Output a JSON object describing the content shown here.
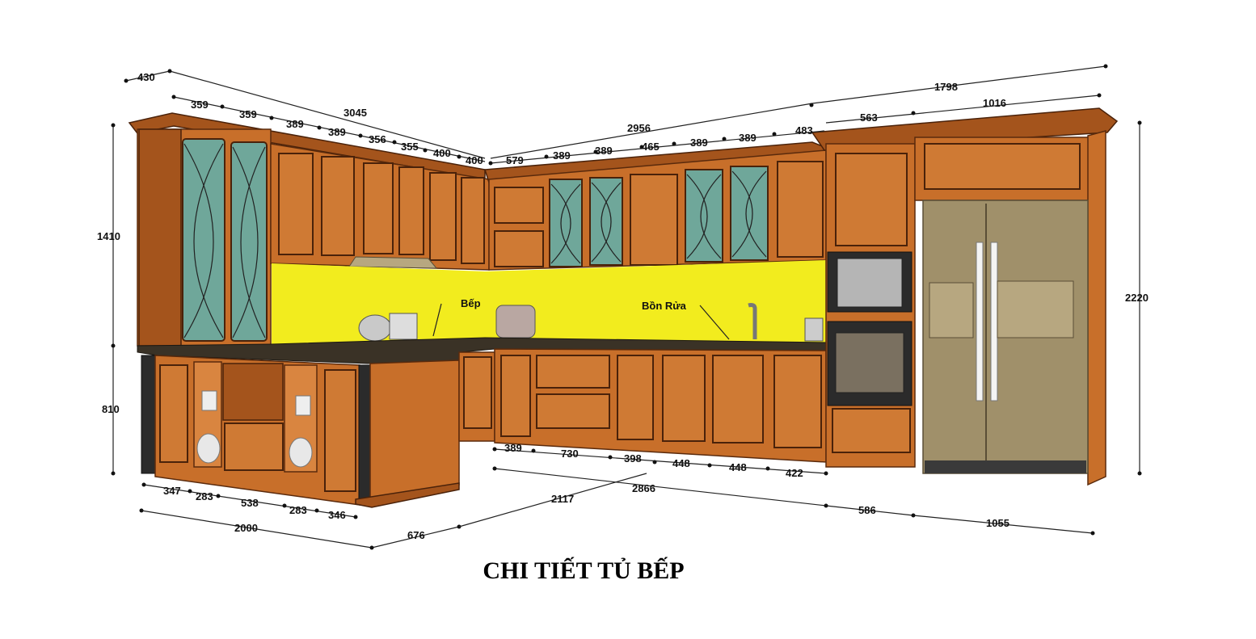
{
  "title": "CHI TIẾT TỦ BẾP",
  "labels": {
    "stove": "Bếp",
    "sink": "Bồn Rửa"
  },
  "colors": {
    "wood": "#c86f2a",
    "backsplash": "#f2ec1e",
    "fridge": "#a0906a",
    "countertop": "#3a3226",
    "dimension_line": "#222222"
  },
  "dimensions": {
    "left_depth_top": "430",
    "left_upper_run": "3045",
    "left_upper_segments": [
      "359",
      "359",
      "389",
      "389",
      "356",
      "355",
      "400",
      "400"
    ],
    "left_upper_height": "1410",
    "left_lower_height": "810",
    "middle_upper_run": "2956",
    "middle_upper_segments": [
      "579",
      "389",
      "389",
      "465",
      "389",
      "389",
      "483"
    ],
    "right_upper_run": "1798",
    "right_upper_segments": [
      "563",
      "1016"
    ],
    "right_height": "2220",
    "island_bottom_segments": [
      "347",
      "283",
      "538",
      "283",
      "346"
    ],
    "island_width": "2000",
    "island_depth": "676",
    "middle_lower_segments": [
      "389",
      "730",
      "398",
      "448",
      "448",
      "422"
    ],
    "middle_lower_run": "2866",
    "left_lower_run": "2117",
    "right_lower_segments": [
      "586",
      "1055"
    ]
  }
}
